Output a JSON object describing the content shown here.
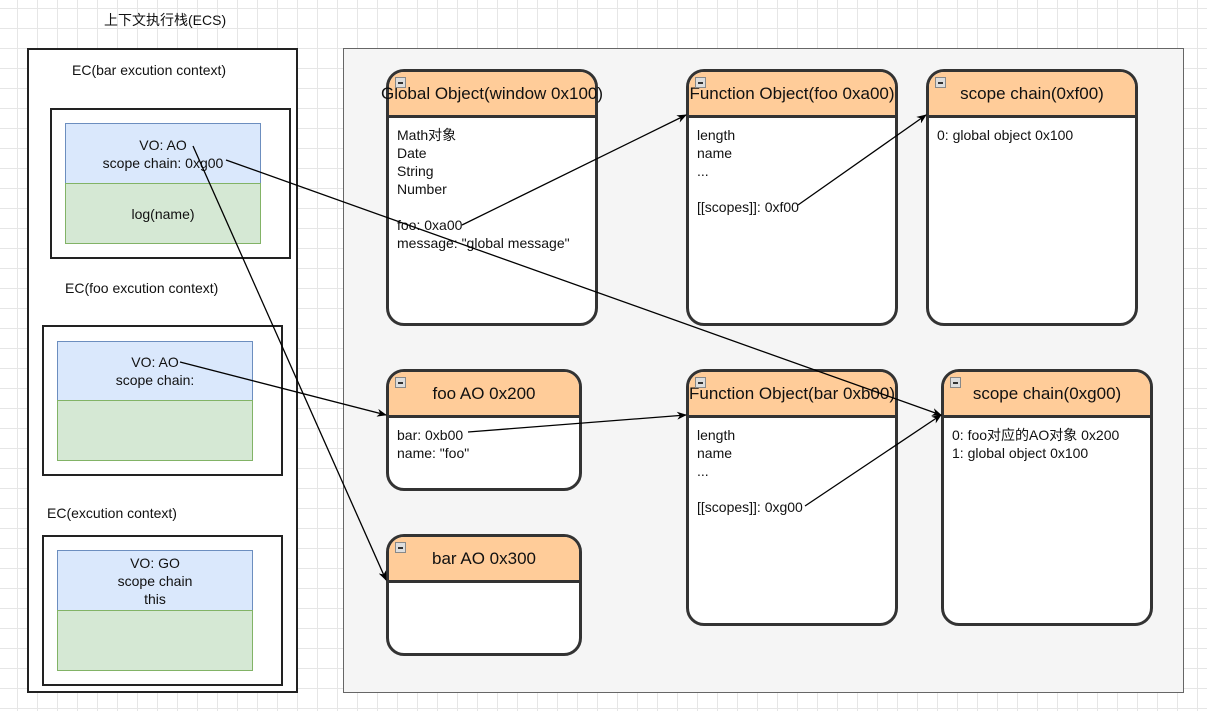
{
  "ecs": {
    "title": "上下文执行栈(ECS)",
    "contexts": [
      {
        "label": "EC(bar excution context)",
        "vo": "VO: AO",
        "scope": "scope chain: 0xg00",
        "code": "log(name)"
      },
      {
        "label": "EC(foo excution context)",
        "vo": "VO: AO",
        "scope": "scope chain:",
        "code": ""
      },
      {
        "label": "EC(excution context)",
        "vo": "VO: GO",
        "scope": "scope chain",
        "extra": "this",
        "code": ""
      }
    ]
  },
  "heap": {
    "global_object": {
      "title": "Global Object(window 0x100)",
      "body": "Math对象\nDate\nString\nNumber\n\nfoo: 0xa00\nmessage: \"global message\""
    },
    "foo_function": {
      "title": "Function Object(foo 0xa00)",
      "body": "length\nname\n...\n\n[[scopes]]: 0xf00"
    },
    "scope_f00": {
      "title": "scope chain(0xf00)",
      "body": "0: global object 0x100"
    },
    "foo_ao": {
      "title": "foo AO 0x200",
      "body": "bar: 0xb00\nname: \"foo\""
    },
    "bar_function": {
      "title": "Function Object(bar 0xb00)",
      "body": "length\nname\n...\n\n[[scopes]]: 0xg00"
    },
    "scope_g00": {
      "title": "scope chain(0xg00)",
      "body": "0: foo对应的AO对象 0x200\n1: global object 0x100"
    },
    "bar_ao": {
      "title": "bar AO 0x300",
      "body": ""
    }
  },
  "colors": {
    "header": "#ffcc99",
    "vo_fill": "#dae8fc",
    "code_fill": "#d5e8d4",
    "panel": "#f5f5f5"
  }
}
